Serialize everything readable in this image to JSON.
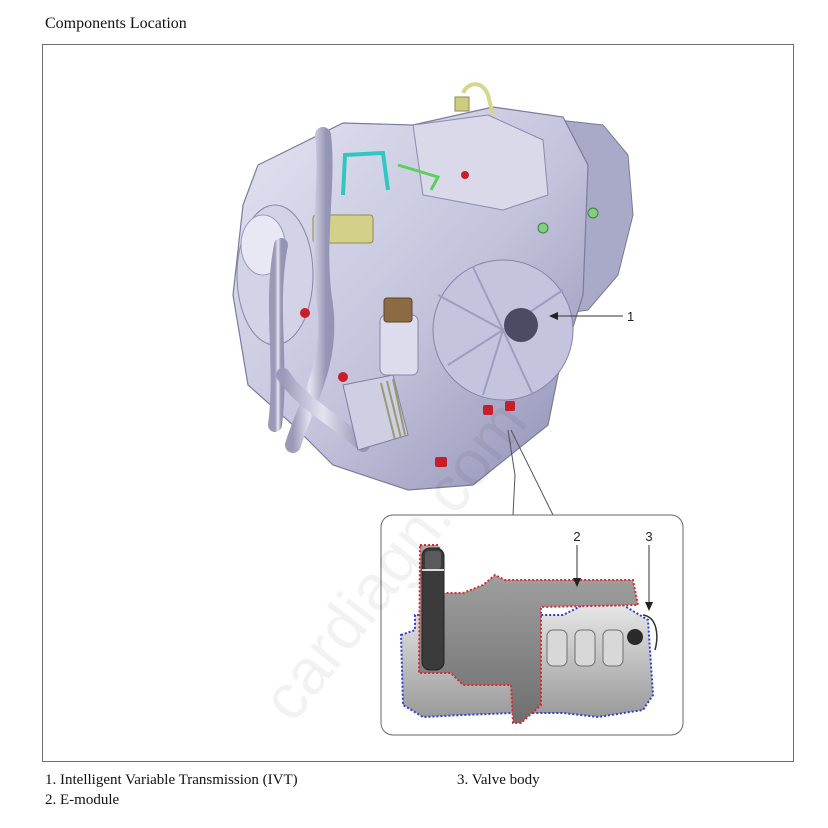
{
  "page": {
    "title": "Components Location"
  },
  "figure": {
    "callouts": [
      {
        "number": "1",
        "target": "Intelligent Variable Transmission (IVT)"
      },
      {
        "number": "2",
        "target": "E-module"
      },
      {
        "number": "3",
        "target": "Valve body"
      }
    ],
    "detail_view": {
      "outline_colors": {
        "e_module": "#e0242b",
        "valve_body": "#2a3fd6"
      }
    },
    "watermark": "cardiagn.com",
    "colors": {
      "housing": "#c9c9e0",
      "housing_shadow": "#8d8db0",
      "pipe_cyan": "#2fc7c0",
      "pipe_green": "#5ccf5c",
      "bracket_yellow": "#d8d58c",
      "plug_red": "#c81e28",
      "dipstick_brown": "#8c6a44",
      "valve_grey": "#8f8f8f"
    }
  },
  "legend": {
    "items": [
      {
        "label": "1. Intelligent Variable Transmission (IVT)"
      },
      {
        "label": "2. E-module"
      },
      {
        "label": "3. Valve body"
      }
    ]
  }
}
